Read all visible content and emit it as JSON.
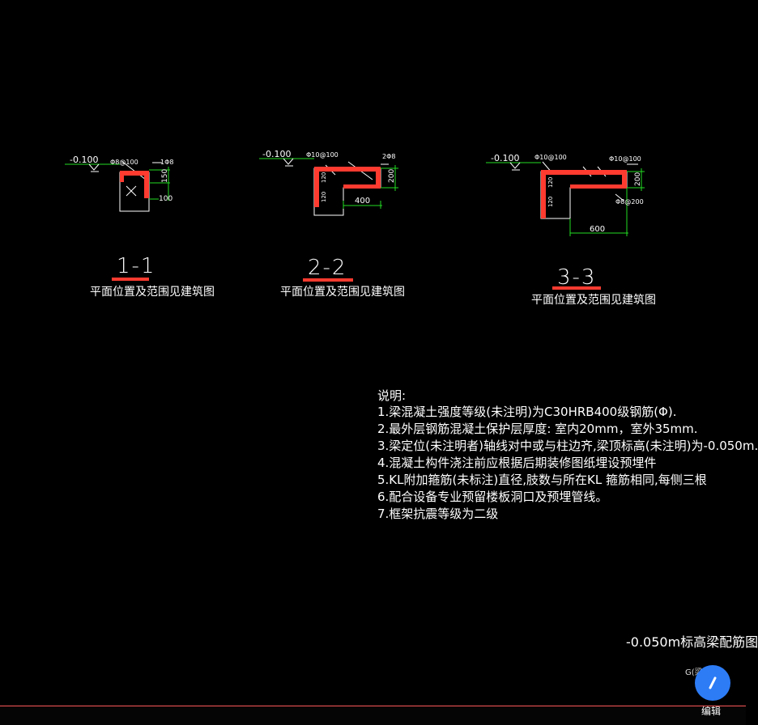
{
  "sections": [
    {
      "title": "1-1",
      "subtitle": "平面位置及范围见建筑图",
      "elev": "-0.100",
      "rebar_top": "Φ8@100",
      "rebar_side": "1Φ8",
      "dim_height": "150",
      "dim_bottom": "100"
    },
    {
      "title": "2-2",
      "subtitle": "平面位置及范围见建筑图",
      "elev": "-0.100",
      "rebar_top": "Φ10@100",
      "rebar_side": "2Φ8",
      "dim_height": "200",
      "dim_width": "400",
      "inner_a": "120",
      "inner_b": "120"
    },
    {
      "title": "3-3",
      "subtitle": "平面位置及范围见建筑图",
      "elev": "-0.100",
      "rebar_top": "Φ10@100",
      "rebar_right": "Φ10@100",
      "rebar_bottom": "Φ8@200",
      "dim_height": "200",
      "dim_width": "600",
      "inner_a": "120",
      "inner_b": "120"
    }
  ],
  "notes": {
    "heading": "说明:",
    "items": [
      "1.梁混凝土强度等级(未注明)为C30HRB400级钢筋(Φ).",
      "2.最外层钢筋混凝土保护层厚度: 室内20mm，室外35mm.",
      "3.梁定位(未注明者)轴线对中或与柱边齐,梁顶标高(未注明)为-0.050m.",
      "4.混凝土构件浇注前应根据后期装修图纸埋设预埋件",
      "5.KL附加箍筋(未标注)直径,肢数与所在KL 箍筋相同,每侧三根",
      "6.配合设备专业预留楼板洞口及预埋管线。",
      "7.框架抗震等级为二级"
    ]
  },
  "sheet_title": "-0.050m标高梁配筋图",
  "sheet_code": "G(梁",
  "edit_button": {
    "label": "编辑",
    "icon": "pencil-icon"
  },
  "colors": {
    "beam": "#ff3b30",
    "dim": "#22dd22",
    "line": "#ffffff",
    "edit": "#2d7cf6"
  }
}
